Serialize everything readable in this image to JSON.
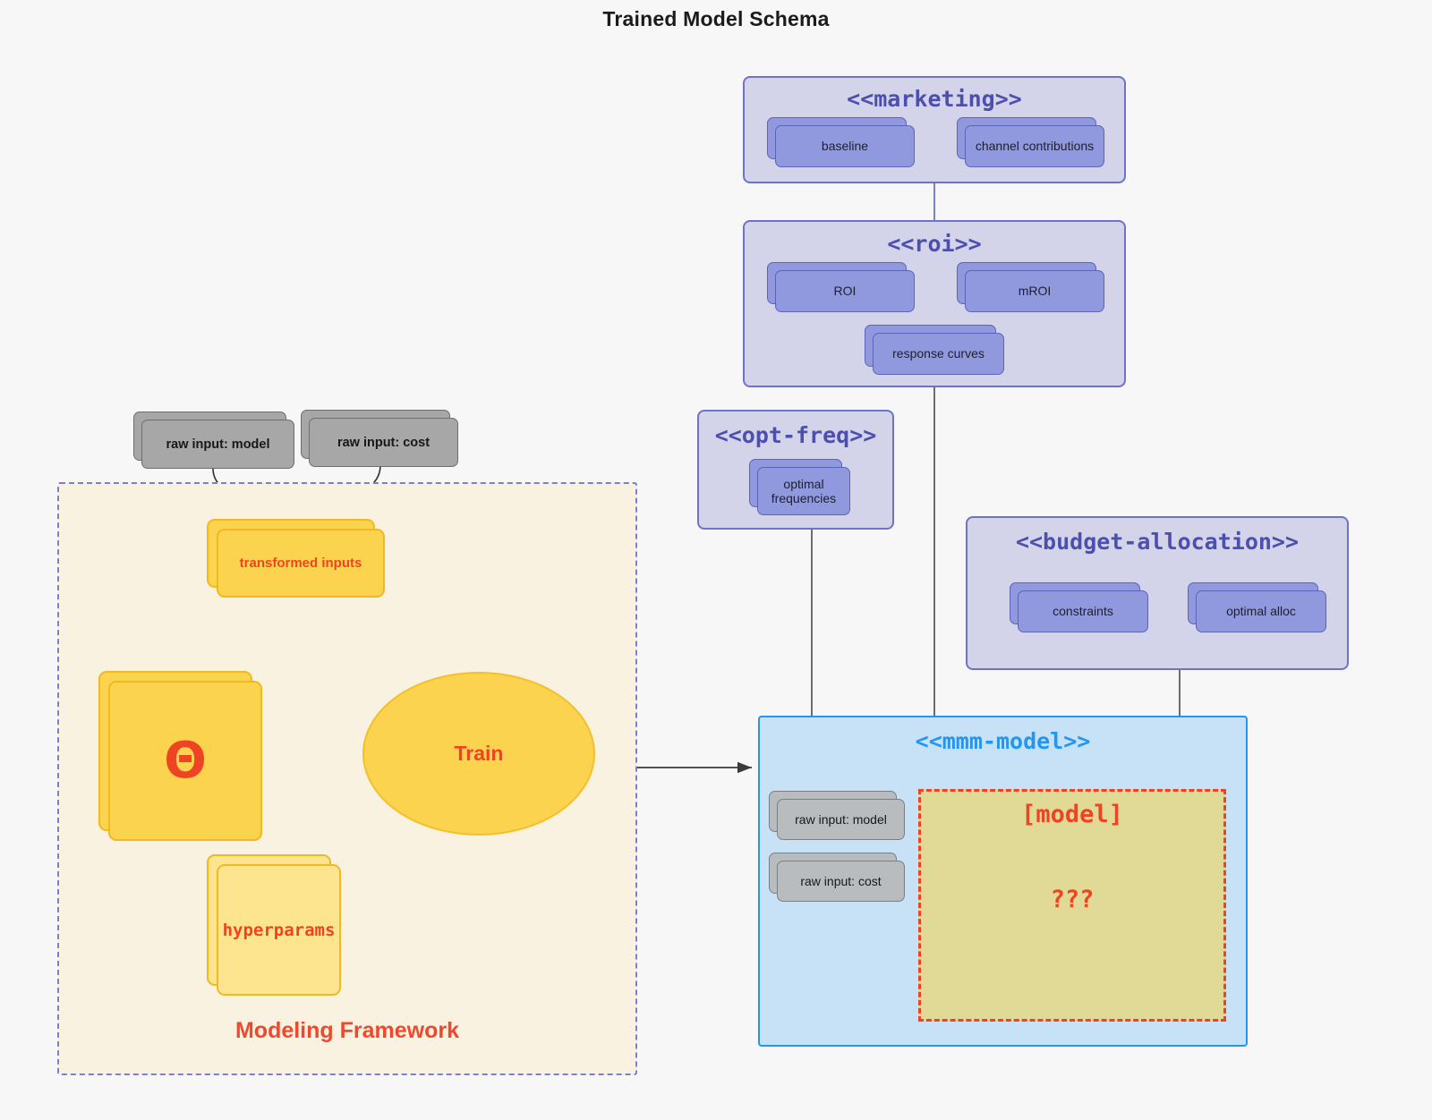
{
  "title": "Trained Model Schema",
  "packages": {
    "marketing": {
      "title": "<<marketing>>",
      "nodes": [
        {
          "label": "baseline"
        },
        {
          "label": "channel contributions"
        }
      ]
    },
    "roi": {
      "title": "<<roi>>",
      "nodes": [
        {
          "label": "ROI"
        },
        {
          "label": "mROI"
        },
        {
          "label": "response curves"
        }
      ]
    },
    "opt_freq": {
      "title": "<<opt-freq>>",
      "nodes": [
        {
          "label": "optimal frequencies"
        }
      ]
    },
    "budget_allocation": {
      "title": "<<budget-allocation>>",
      "nodes": [
        {
          "label": "constraints"
        },
        {
          "label": "optimal alloc"
        }
      ]
    },
    "mmm_model": {
      "title": "<<mmm-model>>",
      "nodes": [
        {
          "label": "raw input: model"
        },
        {
          "label": "raw input: cost"
        }
      ],
      "model_region": {
        "label": "[model]",
        "unknown": "???"
      }
    }
  },
  "modeling_framework": {
    "label": "Modeling Framework",
    "raw_inputs": [
      {
        "label": "raw input: model"
      },
      {
        "label": "raw input: cost"
      }
    ],
    "transformed_inputs": {
      "label": "transformed inputs"
    },
    "theta": {
      "label": "Θ"
    },
    "hyperparams": {
      "label": "hyperparams"
    },
    "train": {
      "label": "Train"
    }
  },
  "colors": {
    "package_fill": "#d3d3ea",
    "package_border": "#6f72c9",
    "package_title": "#4c4fae",
    "node_fill": "#9099dd",
    "node_border": "#5d63b8",
    "gray_fill": "#a7a7a7",
    "gray_border": "#6e6e6e",
    "framework_fill": "#faf2e1",
    "framework_border": "#7b7fd0",
    "yellow_fill": "#fbd34e",
    "yellow_pale": "#fce58e",
    "yellow_border": "#f0b91f",
    "accent_red": "#ef4424",
    "mmm_fill": "#c7e2f7",
    "mmm_border": "#2196f3",
    "model_region_fill": "#e0da96",
    "model_region_border": "#f0402a",
    "edge_gray": "#4a4a4a",
    "background": "#f7f7f7"
  }
}
